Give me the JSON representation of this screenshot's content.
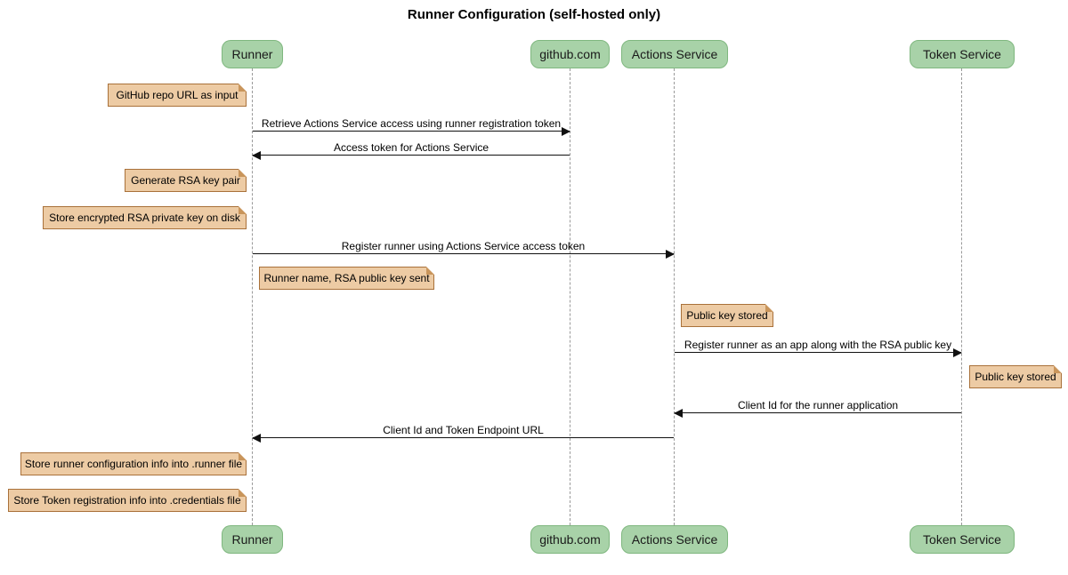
{
  "title": "Runner Configuration (self-hosted only)",
  "diagram_type": "sequence",
  "participants": [
    {
      "id": "runner",
      "label": "Runner"
    },
    {
      "id": "github",
      "label": "github.com"
    },
    {
      "id": "actions-service",
      "label": "Actions Service"
    },
    {
      "id": "token-service",
      "label": "Token Service"
    }
  ],
  "messages": [
    {
      "from": "Runner",
      "to": "github.com",
      "direction": "right",
      "label": "Retrieve Actions Service access using runner registration token"
    },
    {
      "from": "github.com",
      "to": "Runner",
      "direction": "left",
      "label": "Access token for Actions Service"
    },
    {
      "from": "Runner",
      "to": "Actions Service",
      "direction": "right",
      "label": "Register runner using Actions Service access token"
    },
    {
      "from": "Actions Service",
      "to": "Token Service",
      "direction": "right",
      "label": "Register runner as an app along with the RSA public key"
    },
    {
      "from": "Token Service",
      "to": "Actions Service",
      "direction": "left",
      "label": "Client Id for the runner application"
    },
    {
      "from": "Actions Service",
      "to": "Runner",
      "direction": "left",
      "label": "Client Id and Token Endpoint URL"
    }
  ],
  "notes": [
    {
      "position": "left of Runner",
      "label": "GitHub repo URL as input"
    },
    {
      "position": "left of Runner",
      "label": "Generate RSA key pair"
    },
    {
      "position": "left of Runner",
      "label": "Store encrypted RSA private key on disk"
    },
    {
      "position": "right of Runner",
      "label": "Runner name, RSA public key sent"
    },
    {
      "position": "right of Actions Service",
      "label": "Public key stored"
    },
    {
      "position": "right of Token Service",
      "label": "Public key stored"
    },
    {
      "position": "left of Runner",
      "label": "Store runner configuration info into .runner file"
    },
    {
      "position": "left of Runner",
      "label": "Store Token registration info into .credentials file"
    }
  ],
  "colors": {
    "actor_fill": "#A8D2A8",
    "actor_border": "#7FB77F",
    "note_fill": "#EDCBA4",
    "note_border": "#A9713A",
    "lifeline": "#9A9A9A",
    "arrow": "#111111",
    "background": "#FFFFFF",
    "text": "#000000"
  }
}
